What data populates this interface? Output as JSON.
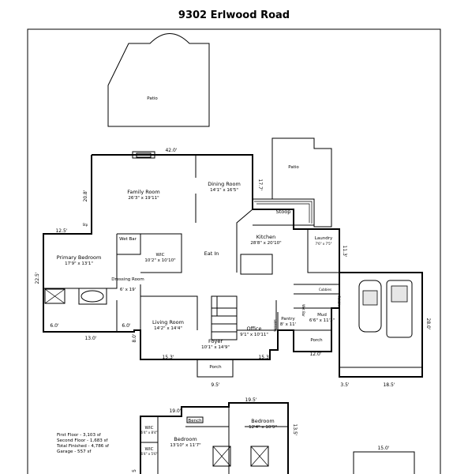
{
  "title": "9302 Erlwood Road",
  "rooms": {
    "patio_top": "Patio",
    "patio_right": "Patio",
    "family_room": {
      "name": "Family Room",
      "size": "26'3\" x 19'11\""
    },
    "dining_room": {
      "name": "Dining Room",
      "size": "14'1\" x 16'5\""
    },
    "stoop": "Stoop",
    "kitchen": {
      "name": "Kitchen",
      "size": "28'8\" x 20'10\""
    },
    "laundry": {
      "name": "Laundry",
      "size": "7'6\" x 7'5\""
    },
    "stp": "Stp",
    "wet_bar": "Wet Bar",
    "primary_bedroom": {
      "name": "Primary Bedroom",
      "size": "17'9\" x 13'1\""
    },
    "wic_main": {
      "name": "WIC",
      "size": "10'2\" x 10'10\""
    },
    "eat_in": "Eat In",
    "dressing_room": {
      "name": "Dressing Room",
      "size": "6' x 19'"
    },
    "cubbies": "Cubbies",
    "cubbies_vertical": "Cubbies",
    "living_room": {
      "name": "Living Room",
      "size": "14'2\" x 14'4\""
    },
    "office": {
      "name": "Office",
      "size": "9'1\" x 10'11\""
    },
    "shelves": "Shelves",
    "pantry": {
      "name": "Pantry",
      "size": "8' x 11'"
    },
    "wet_bar_vertical": "Wet Bar",
    "mud": {
      "name": "Mud",
      "size": "6'6\" x 11'3\""
    },
    "porch_right": "Porch",
    "foyer": {
      "name": "Foyer",
      "size": "10'1\" x 14'9\""
    },
    "porch_front": "Porch",
    "bench": "Bench",
    "wic_upper_1": {
      "name": "WIC",
      "size": "6'4\" x 8'4\""
    },
    "wic_upper_2": {
      "name": "WIC",
      "size": "6'4\" x 5'6\""
    },
    "bedroom_1": {
      "name": "Bedroom",
      "size": "13'10\" x 11'7\""
    },
    "bedroom_2": {
      "name": "Bedroom",
      "size": "12'4\" x 10'9\""
    }
  },
  "dimensions": {
    "family_top": "42.0'",
    "family_left": "20.8'",
    "dining_right": "17.7'",
    "primary_top": "12.5'",
    "laundry_right": "11.3'",
    "primary_left": "22.5'",
    "garage_right": "28.0'",
    "primary_bottom_left": "6.0'",
    "primary_bottom": "13.0'",
    "primary_bottom_right": "6.0'",
    "living_left": "8.0'",
    "porch_right": "12.0'",
    "living_bottom": "15.3'",
    "office_bottom": "15.3'",
    "porch_bottom": "9.5'",
    "garage_bottom_left": "3.5'",
    "garage_bottom": "18.5'",
    "upper_top_right": "19.5'",
    "upper_top": "19.0'",
    "upper_right": "13.5'",
    "upper_left": "5",
    "small_top": "15.0'"
  },
  "summary": [
    "First Floor - 3,103 sf",
    "Second Floor - 1,683 sf",
    "Total Finished - 4,786 sf",
    "Garage - 557 sf"
  ]
}
